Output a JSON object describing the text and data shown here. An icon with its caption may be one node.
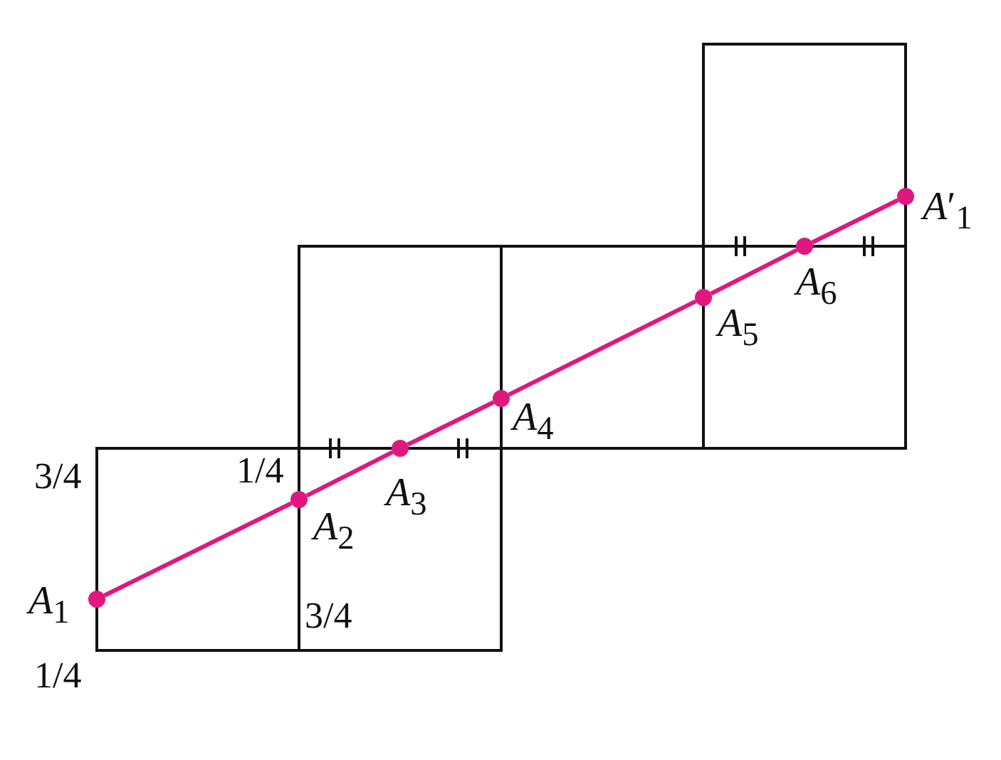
{
  "diagram": {
    "nodes": [
      {
        "text": [
          "*A*$_{1}$"
        ]
      },
      {
        "text": [
          "*A*$_{2}$"
        ]
      },
      {
        "text": [
          "*A*$_{3}$"
        ]
      },
      {
        "text": [
          "*A*$_{4}$"
        ]
      },
      {
        "text": [
          "*A*$_{5}$"
        ]
      },
      {
        "text": [
          "*A*$_{6}$"
        ]
      },
      {
        "text": [
          "*A*′$_{1}$"
        ]
      }
    ],
    "edges": [
      {
        "from": 0,
        "to": 1,
        "arrow": "none"
      },
      {
        "from": 1,
        "to": 2,
        "arrow": "none"
      },
      {
        "from": 2,
        "to": 3,
        "arrow": "none"
      },
      {
        "from": 3,
        "to": 4,
        "arrow": "none"
      },
      {
        "from": 4,
        "to": 5,
        "arrow": "none"
      },
      {
        "from": 5,
        "to": 6,
        "arrow": "none"
      }
    ],
    "labels": [
      "3/4",
      "1/4",
      "3/4",
      "1/4"
    ]
  }
}
